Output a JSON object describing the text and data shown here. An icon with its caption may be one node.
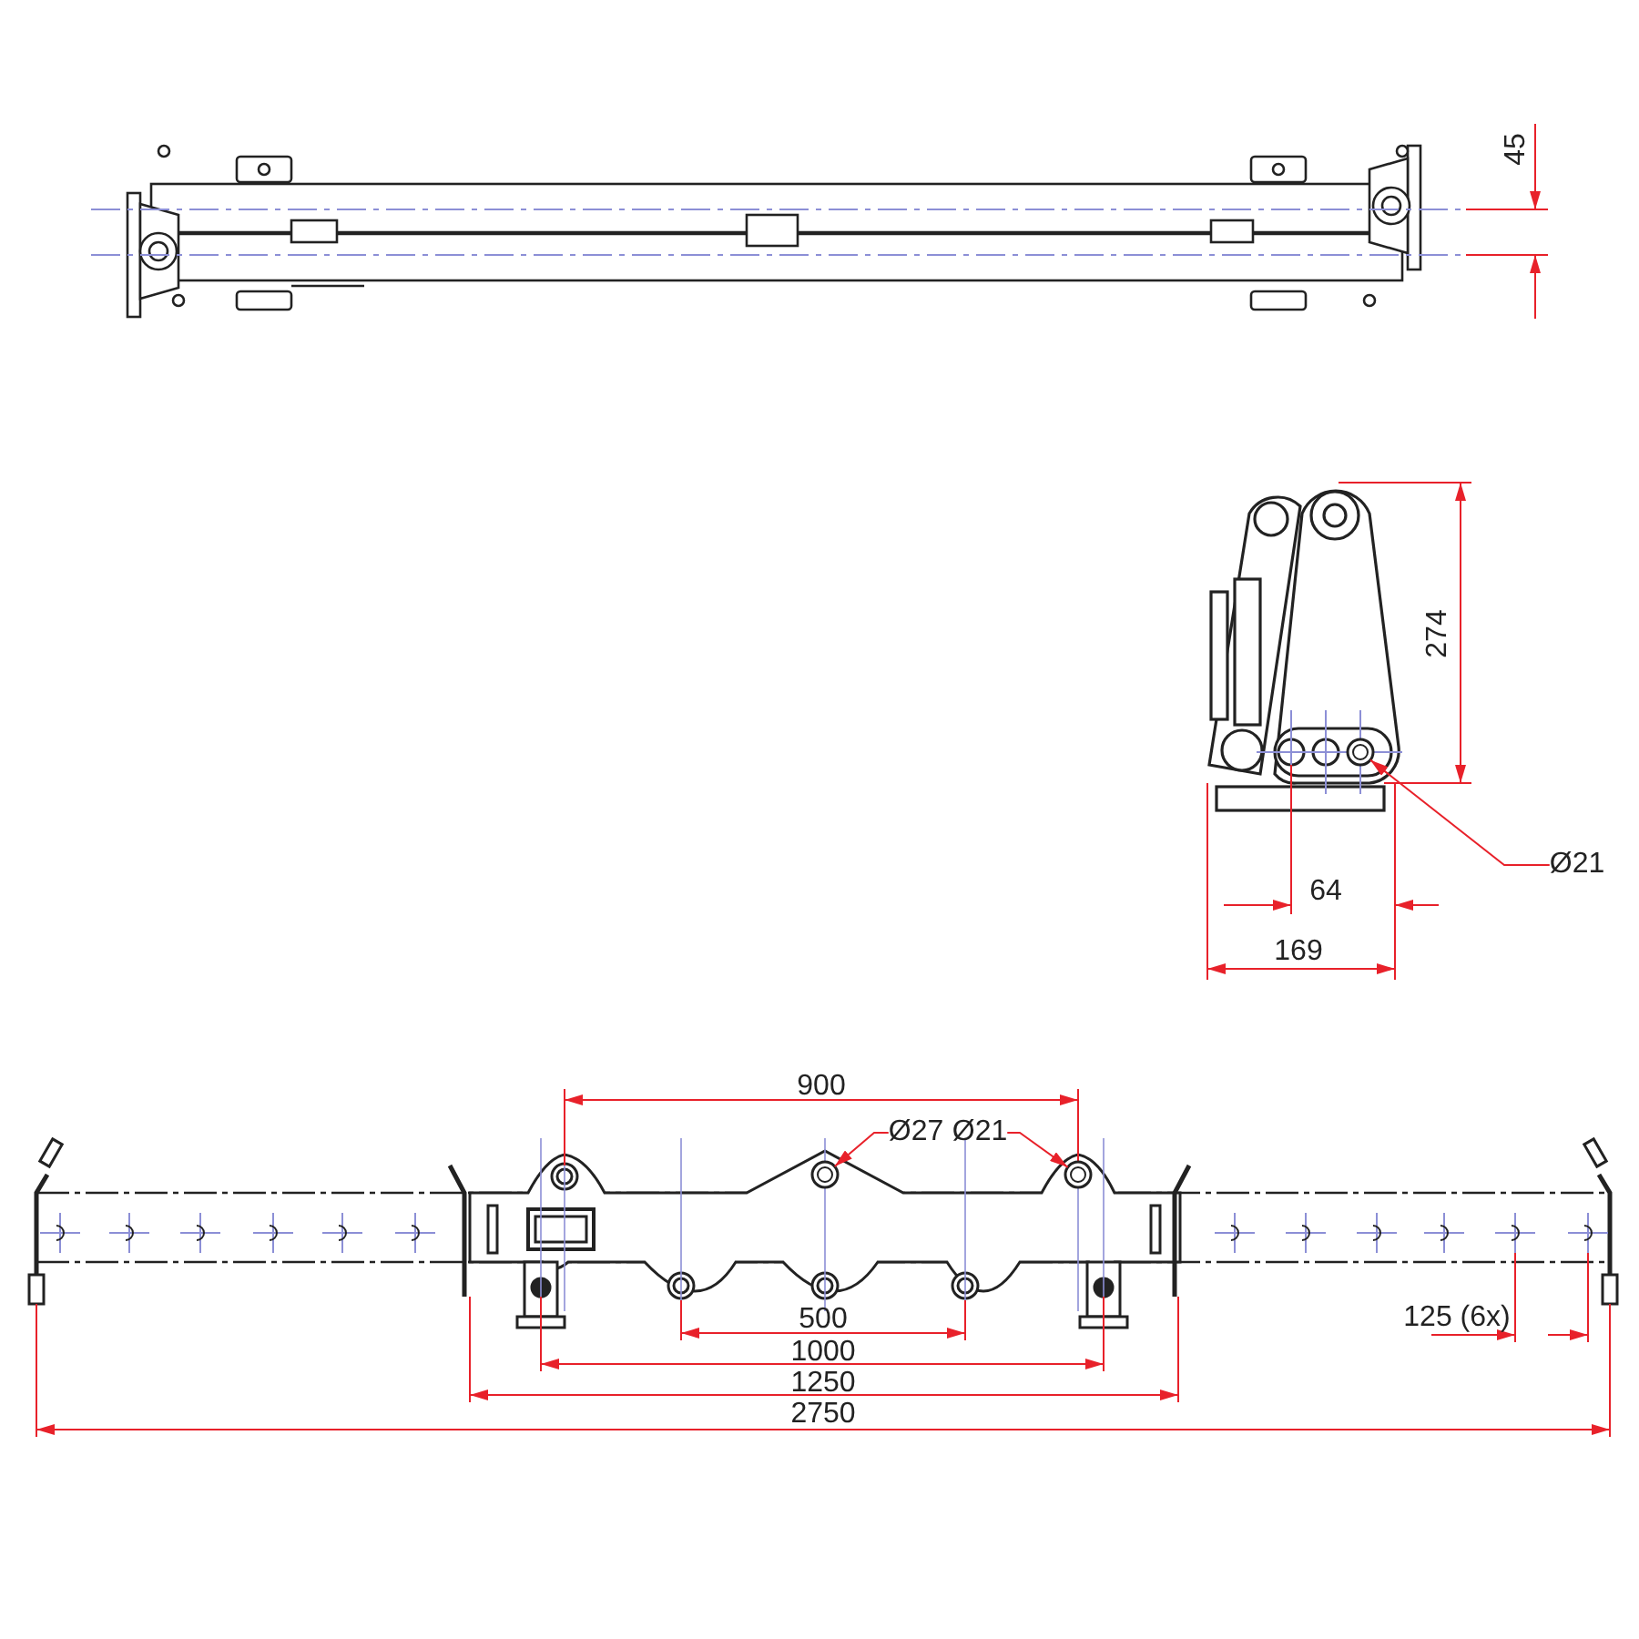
{
  "diagram": {
    "nodes": [
      {
        "text": [
          "Ø21"
        ]
      },
      {
        "text": [],
        "shape": "circle"
      },
      {
        "text": [
          "Ø27"
        ]
      },
      {
        "text": [
          "Ø21"
        ]
      },
      {
        "text": [],
        "shape": "circle"
      },
      {
        "text": [],
        "shape": "circle"
      }
    ],
    "edges": [
      {
        "from": 0,
        "to": 1,
        "arrow": "to"
      },
      {
        "from": 2,
        "to": 4,
        "arrow": "to"
      },
      {
        "from": 3,
        "to": 5,
        "arrow": "to"
      }
    ],
    "labels": [
      "45",
      "274",
      "64",
      "169",
      "900",
      "500",
      "1000",
      "1250",
      "125 (6x)",
      "2750"
    ]
  }
}
